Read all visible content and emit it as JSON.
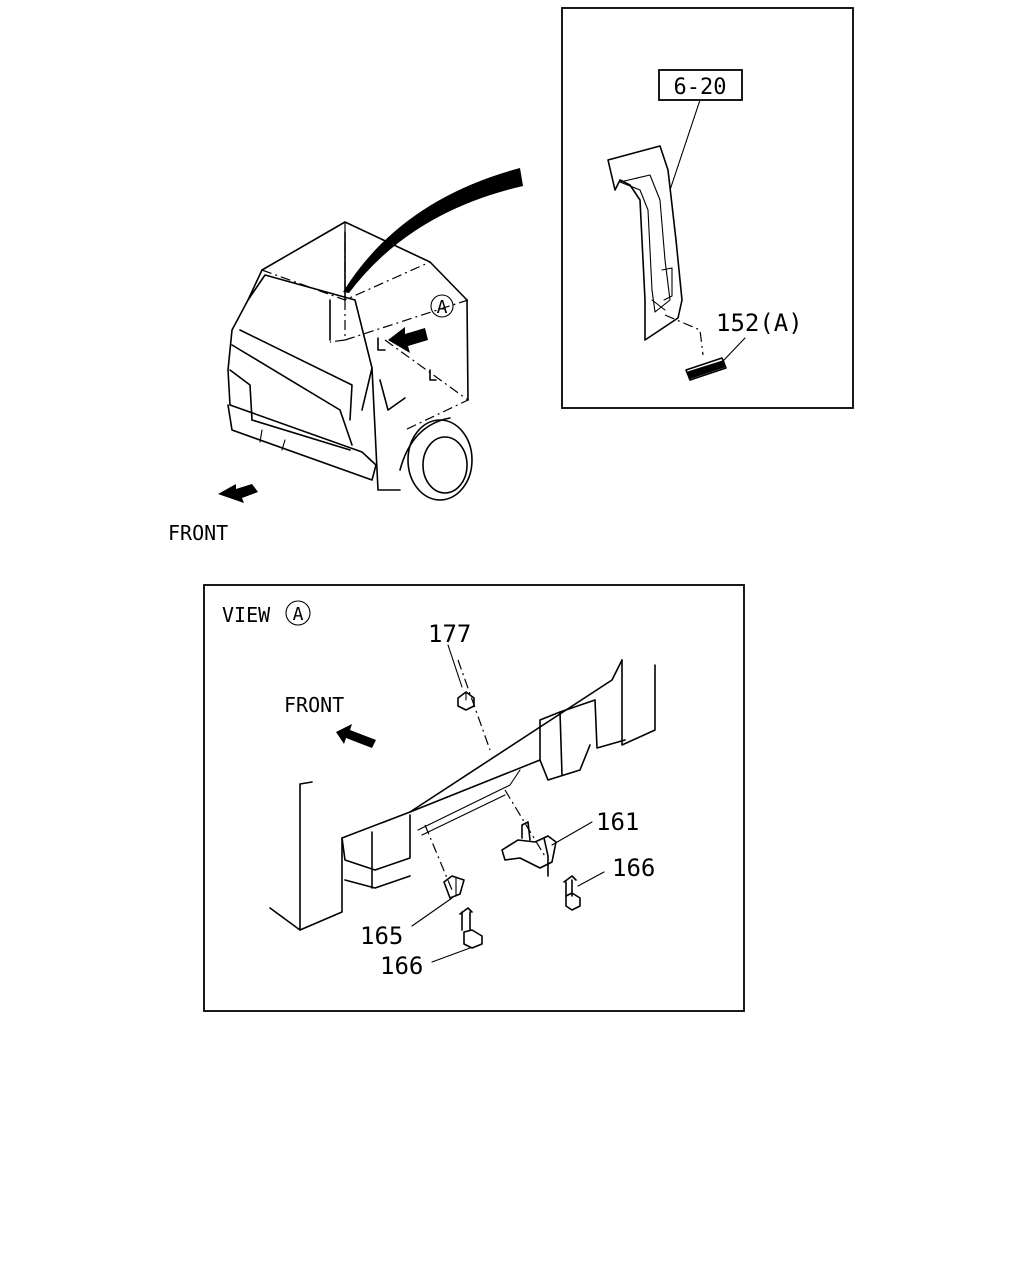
{
  "callouts": {
    "ref_6_20": "6-20",
    "p152": "152(A)",
    "p177": "177",
    "p161": "161",
    "p166_right": "166",
    "p165": "165",
    "p166_left": "166"
  },
  "front_label_top": "FRONT",
  "front_label_view": "FRONT",
  "view_title": "VIEW",
  "view_marker": "A",
  "cab_marker": "A"
}
